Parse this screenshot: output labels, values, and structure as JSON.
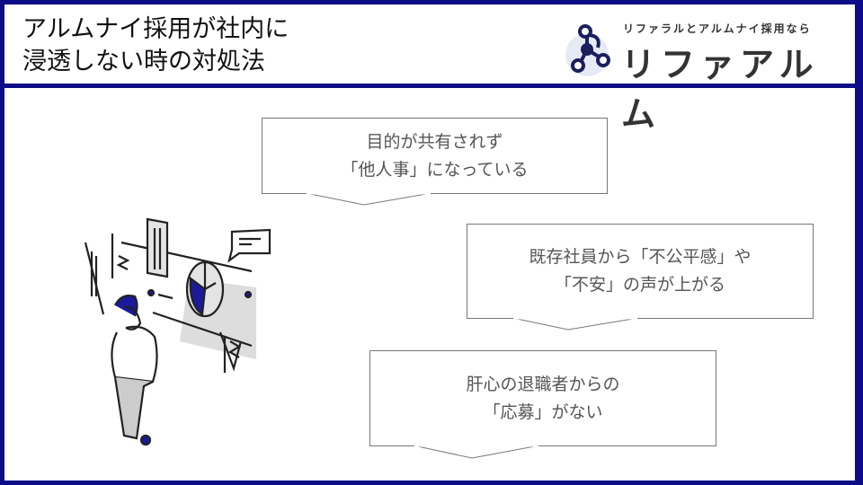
{
  "header": {
    "title_line1": "アルムナイ採用が社内に",
    "title_line2": "浸透しない時の対処法"
  },
  "logo": {
    "tagline": "リファラルとアルムナイ採用なら",
    "name": "リファアルム"
  },
  "callouts": [
    {
      "line1": "目的が共有されず",
      "line2": "「他人事」になっている"
    },
    {
      "line1": "既存社員から「不公平感」や",
      "line2": "「不安」の声が上がる"
    },
    {
      "line1": "肝心の退職者からの",
      "line2": "「応募」がない"
    }
  ],
  "colors": {
    "frame": "#0c0c86",
    "accent": "#1a1a9a"
  }
}
